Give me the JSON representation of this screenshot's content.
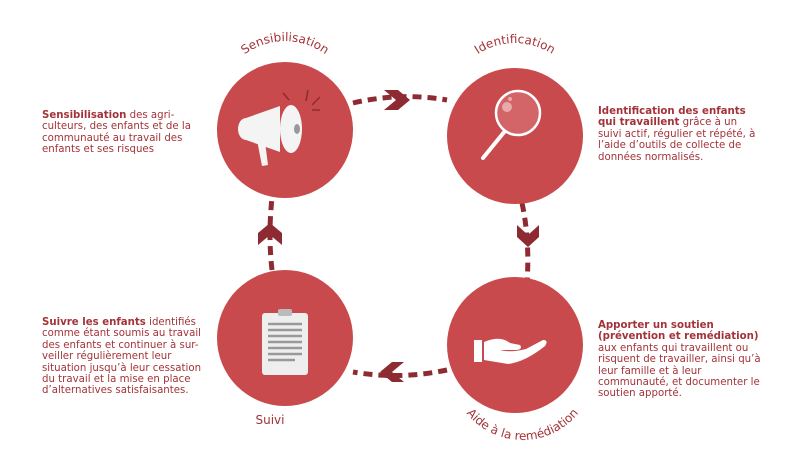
{
  "colors": {
    "circle": "#c94a4c",
    "text": "#a33339",
    "arrow": "#8e2a31"
  },
  "steps": [
    {
      "label": "Sensibilisation",
      "icon": "megaphone-icon",
      "bold": "Sensibilisation",
      "text": " des agri-culteurs, des enfants et de la communauté au travail des enfants et ses risques"
    },
    {
      "label": "Identification",
      "icon": "magnifier-icon",
      "bold": "Identification des enfants qui travaillent",
      "text": " grâce à un suivi actif, régulier et répété, à l’aide d’outils de collecte de données normalisés."
    },
    {
      "label": "Aide à la remédiation",
      "icon": "helping-hand-icon",
      "bold": "Apporter un soutien (prévention et remédiation)",
      "text": " aux enfants qui travaillent ou risquent de travailler, ainsi qu’à leur famille et à leur communauté, et documenter le soutien apporté."
    },
    {
      "label": "Suivi",
      "icon": "clipboard-icon",
      "bold": "Suivre les enfants",
      "text": " identifiés comme étant soumis au travail des enfants et continuer à sur-veiller régulièrement leur situation jusqu’à leur cessation du travail et la mise en place d’alternatives satisfaisantes."
    }
  ]
}
